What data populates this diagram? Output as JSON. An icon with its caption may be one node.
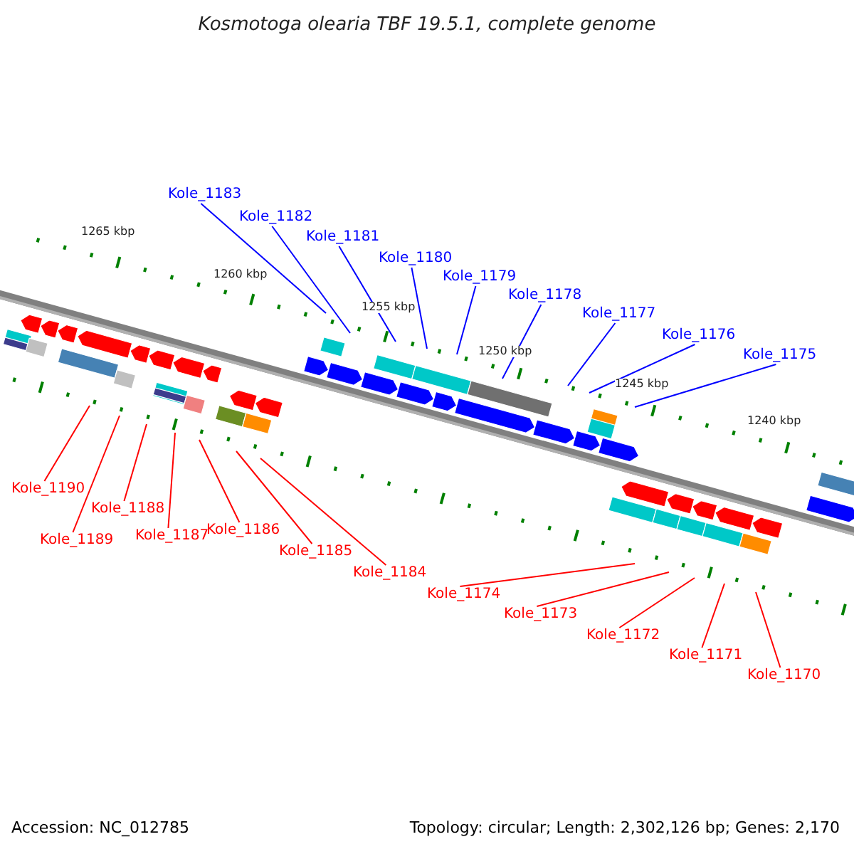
{
  "diagram": {
    "title": "Kosmotoga olearia TBF 19.5.1, complete genome",
    "nodes": [
      {
        "text": [
          "Kole_1183"
        ]
      },
      {
        "text": [
          "Kole_1182"
        ]
      },
      {
        "text": [
          "Kole_1181"
        ]
      },
      {
        "text": [
          "Kole_1180"
        ]
      },
      {
        "text": [
          "Kole_1179"
        ]
      },
      {
        "text": [
          "Kole_1178"
        ]
      },
      {
        "text": [
          "Kole_1177"
        ]
      },
      {
        "text": [
          "Kole_1176"
        ]
      },
      {
        "text": [
          "Kole_1175"
        ]
      },
      {
        "text": [
          "Kole_1190"
        ]
      },
      {
        "text": [
          "Kole_1188"
        ]
      },
      {
        "text": [
          "Kole_1189"
        ]
      },
      {
        "text": [
          "Kole_1187"
        ]
      },
      {
        "text": [
          "Kole_1186"
        ]
      },
      {
        "text": [
          "Kole_1185"
        ]
      },
      {
        "text": [
          "Kole_1184"
        ]
      },
      {
        "text": [
          "Kole_1174"
        ]
      },
      {
        "text": [
          "Kole_1173"
        ]
      },
      {
        "text": [
          "Kole_1172"
        ]
      },
      {
        "text": [
          "Kole_1171"
        ]
      },
      {
        "text": [
          "Kole_1170"
        ]
      }
    ],
    "edges": [
      {
        "from": 0,
        "to": null,
        "arrow": "none",
        "color": "#0000ff"
      },
      {
        "from": 1,
        "to": null,
        "arrow": "none",
        "color": "#0000ff"
      },
      {
        "from": 2,
        "to": null,
        "arrow": "none",
        "color": "#0000ff"
      },
      {
        "from": 3,
        "to": null,
        "arrow": "none",
        "color": "#0000ff"
      },
      {
        "from": 4,
        "to": null,
        "arrow": "none",
        "color": "#0000ff"
      },
      {
        "from": 5,
        "to": null,
        "arrow": "none",
        "color": "#0000ff"
      },
      {
        "from": 6,
        "to": null,
        "arrow": "none",
        "color": "#0000ff"
      },
      {
        "from": 7,
        "to": null,
        "arrow": "none",
        "color": "#0000ff"
      },
      {
        "from": 8,
        "to": null,
        "arrow": "none",
        "color": "#0000ff"
      },
      {
        "from": 9,
        "to": null,
        "arrow": "none"
      },
      {
        "from": 10,
        "to": null,
        "arrow": "none"
      },
      {
        "from": 11,
        "to": null,
        "arrow": "none"
      },
      {
        "from": 12,
        "to": null,
        "arrow": "none"
      },
      {
        "from": 13,
        "to": null,
        "arrow": "none"
      },
      {
        "from": 14,
        "to": null,
        "arrow": "none"
      },
      {
        "from": 15,
        "to": null,
        "arrow": "none"
      },
      {
        "from": 16,
        "to": null,
        "arrow": "none"
      },
      {
        "from": 17,
        "to": null,
        "arrow": "none"
      },
      {
        "from": 18,
        "to": null,
        "arrow": "none"
      },
      {
        "from": 19,
        "to": null,
        "arrow": "none"
      },
      {
        "from": 20,
        "to": null,
        "arrow": "none"
      }
    ],
    "labels": [
      "1265 kbp",
      "1260 kbp",
      "1255 kbp",
      "1250 kbp",
      "1245 kbp",
      "1240 kbp",
      "Accession: NC_012785",
      "Topology: circular; Length: 2,302,126 bp; Genes: 2,170"
    ]
  }
}
